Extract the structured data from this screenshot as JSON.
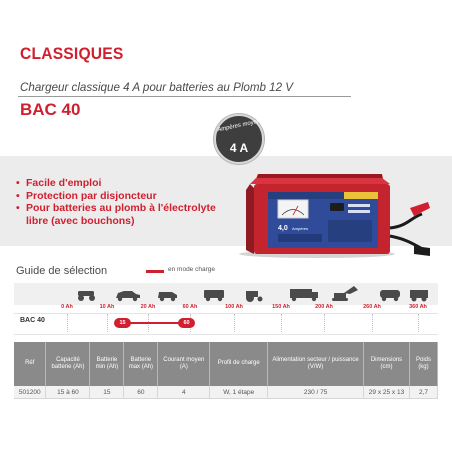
{
  "header": {
    "brand": "CLASSIQUES",
    "subtitle": "Chargeur classique 4 A pour batteries au Plomb 12 V",
    "model": "BAC 40"
  },
  "badge": {
    "caption": "Ampères moyen",
    "value": "4 A"
  },
  "features": [
    "Facile d'emploi",
    "Protection par disjoncteur",
    "Pour batteries au plomb à l'électrolyte libre (avec bouchons)"
  ],
  "product": {
    "name": "4,0",
    "unit": "Ampères",
    "colors": {
      "body": "#c3242e",
      "panel": "#2f4b9a",
      "cable": "#1a1a1a"
    }
  },
  "guide": {
    "title": "Guide de sélection",
    "legend": "en mode charge",
    "ticks": [
      "0 Ah",
      "10 Ah",
      "20 Ah",
      "60 Ah",
      "100 Ah",
      "150 Ah",
      "200 Ah",
      "260 Ah",
      "360 Ah"
    ],
    "row_label": "BAC 40",
    "range": {
      "min": "15",
      "max": "60"
    }
  },
  "table": {
    "headers": [
      "Réf",
      "Capacité batterie (Ah)",
      "Batterie min (Ah)",
      "Batterie max (Ah)",
      "Courant moyen (A)",
      "Profil de charge",
      "Alimentation secteur / puissance (V/W)",
      "Dimensions (cm)",
      "Poids (kg)"
    ],
    "rows": [
      [
        "501200",
        "15 à 60",
        "15",
        "60",
        "4",
        "W, 1 étape",
        "230 / 75",
        "29 x 25 x 13",
        "2,7"
      ]
    ]
  },
  "colors": {
    "accent": "#d0202f",
    "header_bg": "#8a8a8a",
    "band": "#ececec"
  }
}
